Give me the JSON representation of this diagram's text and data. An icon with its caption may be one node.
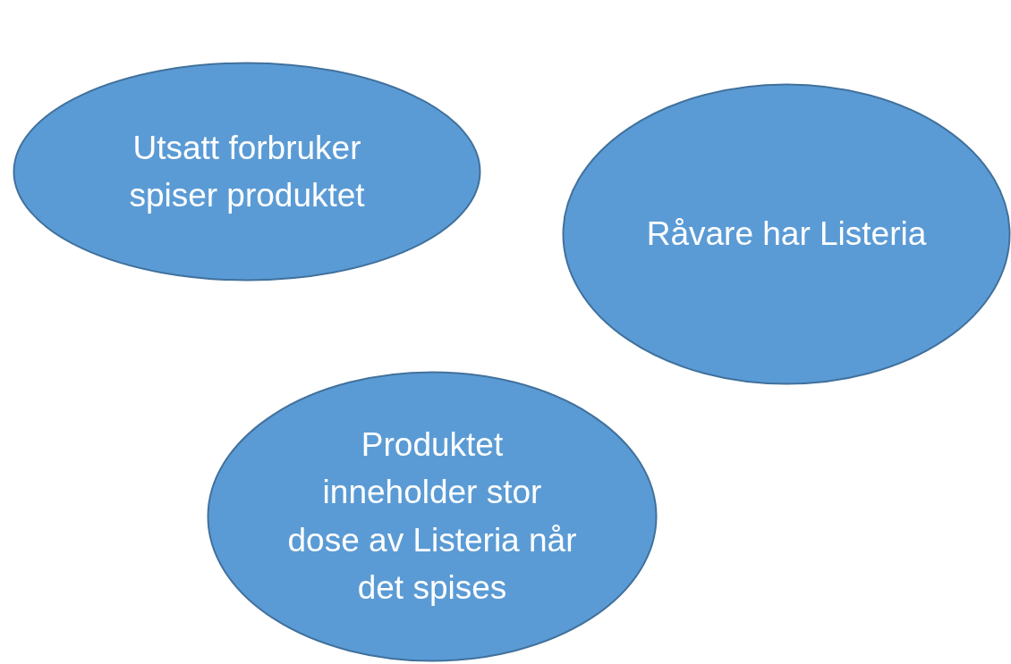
{
  "diagram": {
    "nodes": [
      {
        "text": [
          "Utsatt forbruker spiser produktet"
        ]
      },
      {
        "text": [
          "Råvare har Listeria"
        ]
      },
      {
        "text": [
          "Produktet inneholder stor dose av Listeria når det spises"
        ]
      }
    ]
  }
}
